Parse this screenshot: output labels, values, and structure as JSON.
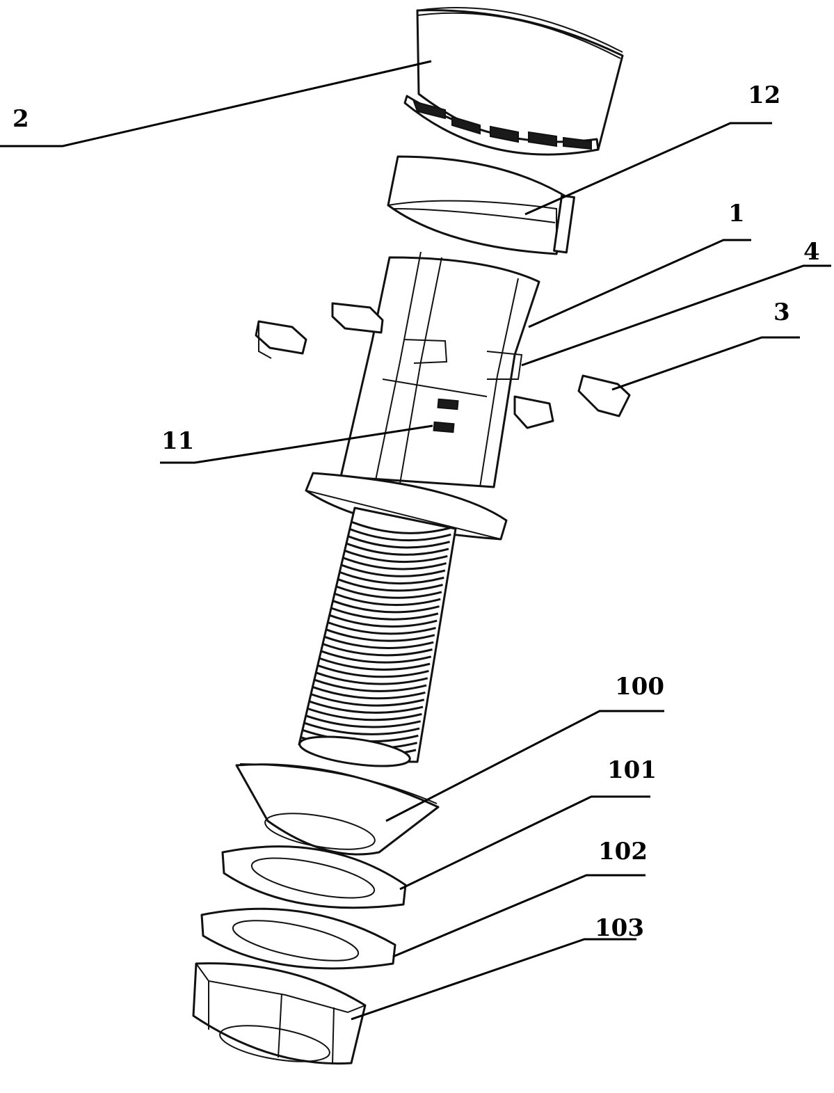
{
  "callouts": [
    {
      "id": "2",
      "text": "2"
    },
    {
      "id": "12",
      "text": "12"
    },
    {
      "id": "1",
      "text": "1"
    },
    {
      "id": "4",
      "text": "4"
    },
    {
      "id": "3",
      "text": "3"
    },
    {
      "id": "11",
      "text": "11"
    },
    {
      "id": "100",
      "text": "100"
    },
    {
      "id": "101",
      "text": "101"
    },
    {
      "id": "102",
      "text": "102"
    },
    {
      "id": "103",
      "text": "103"
    }
  ]
}
